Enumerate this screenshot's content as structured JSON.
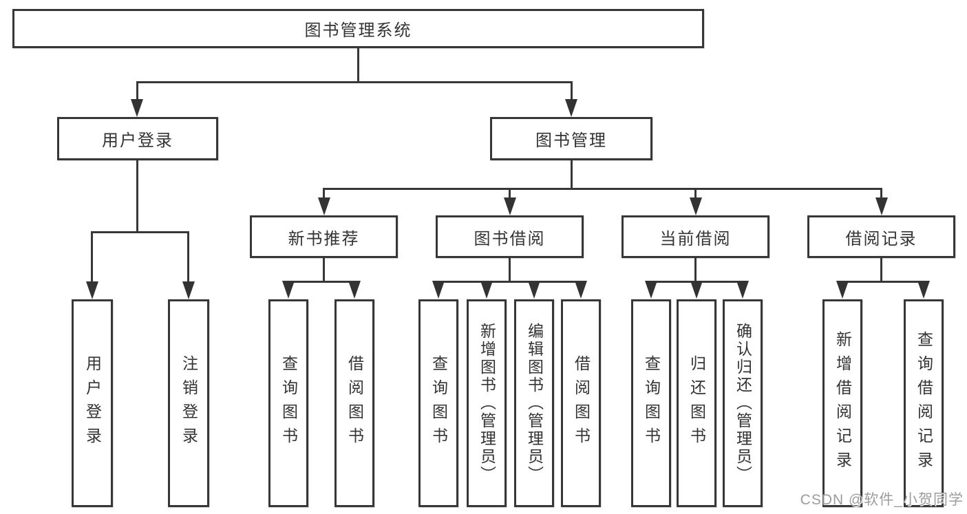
{
  "diagram": {
    "root": {
      "label": "图书管理系统"
    },
    "branches": {
      "user_login": {
        "label": "用户登录",
        "children": [
          {
            "label": "用户登录"
          },
          {
            "label": "注销登录"
          }
        ]
      },
      "book_mgmt": {
        "label": "图书管理",
        "children": {
          "new_books": {
            "label": "新书推荐",
            "children": [
              {
                "label": "查询图书"
              },
              {
                "label": "借阅图书"
              }
            ]
          },
          "borrow": {
            "label": "图书借阅",
            "children": [
              {
                "label": "查询图书"
              },
              {
                "label": "新增图书（管理员）"
              },
              {
                "label": "编辑图书（管理员）"
              },
              {
                "label": "借阅图书"
              }
            ]
          },
          "current": {
            "label": "当前借阅",
            "children": [
              {
                "label": "查询图书"
              },
              {
                "label": "归还图书"
              },
              {
                "label": "确认归还（管理员）"
              }
            ]
          },
          "records": {
            "label": "借阅记录",
            "children": [
              {
                "label": "新增借阅记录"
              },
              {
                "label": "查询借阅记录"
              }
            ]
          }
        }
      }
    }
  },
  "watermark": {
    "text": "CSDN @软件_小贺同学"
  },
  "colors": {
    "line": "#373737",
    "text": "#333333",
    "watermark": "#9c9c9c",
    "background": "#ffffff"
  }
}
